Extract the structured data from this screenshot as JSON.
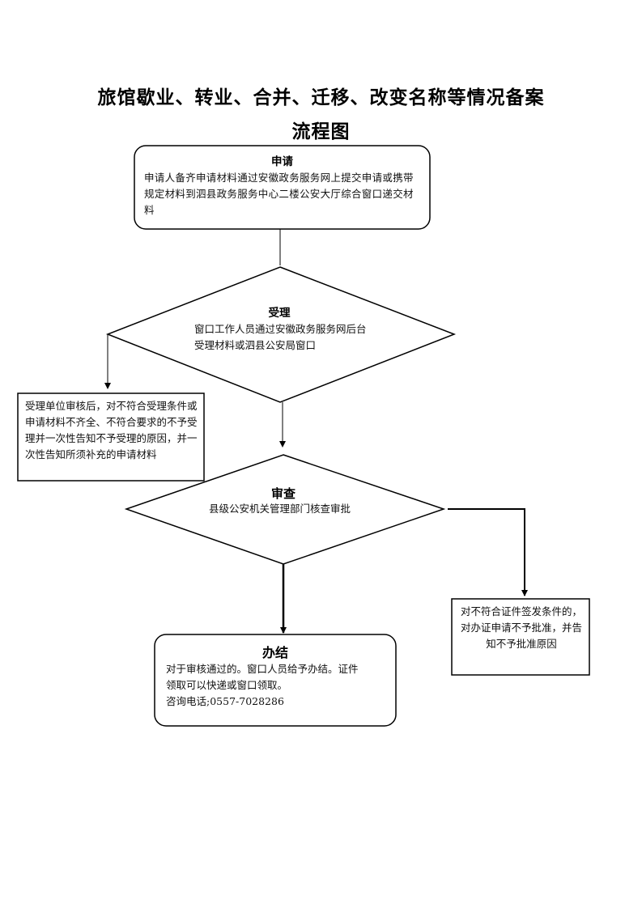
{
  "title": {
    "line1": "旅馆歇业、转业、合并、迁移、改变名称等情况备案",
    "line2": "流程图"
  },
  "nodes": {
    "apply": {
      "title": "申请",
      "text": "申请人备齐申请材料通过安徽政务服务网上提交申请或携带规定材料到泗县政务服务中心二楼公安大厅综合窗口递交材料"
    },
    "accept": {
      "title": "受理",
      "text": "窗口工作人员通过安徽政务服务网后台受理材料或泗县公安局窗口"
    },
    "reject_accept": {
      "text": "受理单位审核后，对不符合受理条件或申请材料不齐全、不符合要求的不予受理并一次性告知不予受理的原因，并一次性告知所须补充的申请材料"
    },
    "review": {
      "title": "审查",
      "text": "县级公安机关管理部门核查审批"
    },
    "reject_review": {
      "text": "对不符合证件签发条件的，对办证申请不予批准，并告知不予批准原因"
    },
    "complete": {
      "title": "办结",
      "line1": "对于审核通过的。窗口人员给予办结。证件",
      "line2": "领取可以快递或窗口领取。",
      "line3": "咨询电话;0557-7028286"
    }
  }
}
